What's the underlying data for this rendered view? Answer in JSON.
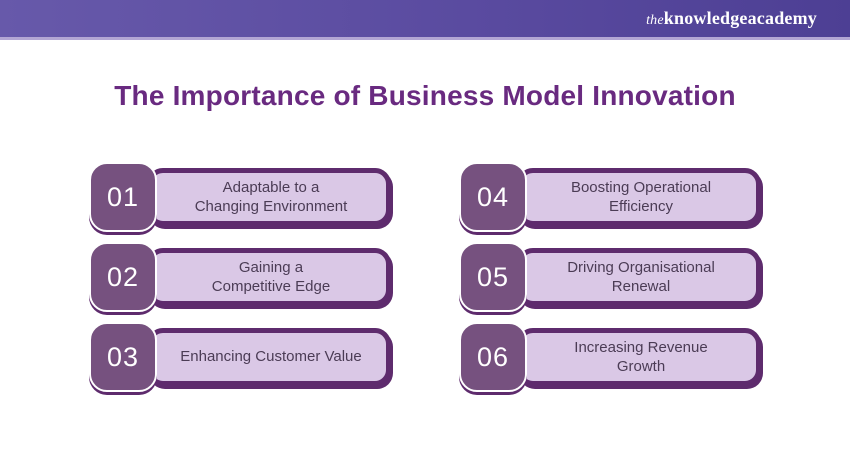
{
  "header": {
    "logo": {
      "the": "the",
      "knowledge": "knowledge",
      "academy": "academy"
    }
  },
  "title": "The Importance of Business Model Innovation",
  "items": [
    {
      "number": "01",
      "label": "Adaptable to a\nChanging Environment"
    },
    {
      "number": "02",
      "label": "Gaining a\nCompetitive Edge"
    },
    {
      "number": "03",
      "label": "Enhancing Customer Value"
    },
    {
      "number": "04",
      "label": "Boosting Operational\nEfficiency"
    },
    {
      "number": "05",
      "label": "Driving Organisational\nRenewal"
    },
    {
      "number": "06",
      "label": "Increasing Revenue\nGrowth"
    }
  ],
  "colors": {
    "header_gradient_left": "#6759aa",
    "header_gradient_right": "#4d3f94",
    "header_underline": "#b3a6d4",
    "title_text": "#692a80",
    "badge_fill": "#76517f",
    "pill_fill": "#dac8e6",
    "pill_border": "#5e2b6d",
    "pill_text": "#4b3c55",
    "logo_text": "#ffffff"
  }
}
